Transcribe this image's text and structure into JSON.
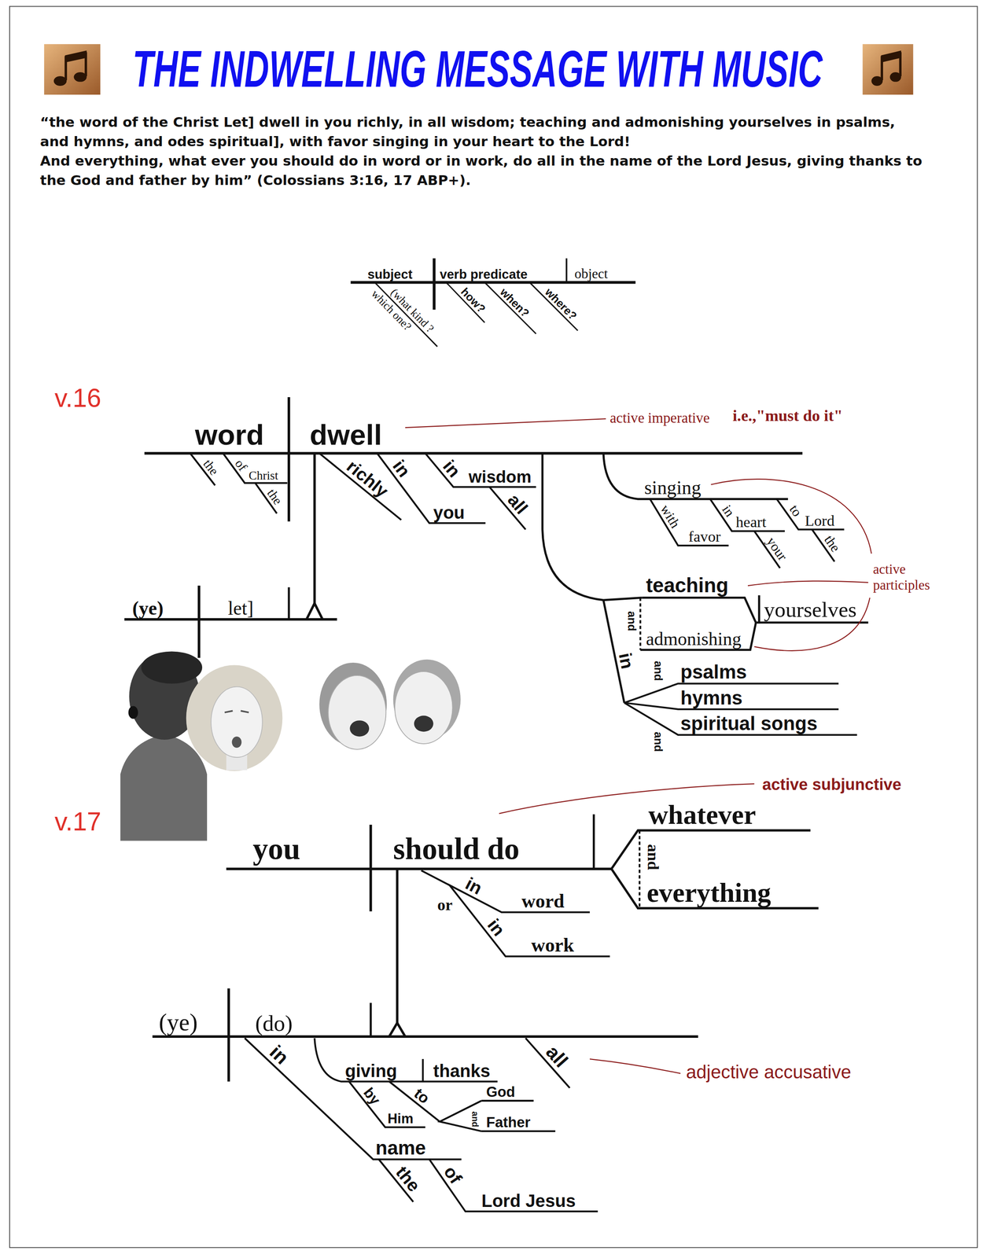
{
  "diagram": {
    "title": "THE INDWELLING MESSAGE WITH MUSIC",
    "labels": [
      "“the word of the Christ Let] dwell in you richly, in all wisdom; teaching and admonishing yourselves in psalms, and hymns, and odes spiritual], with favor singing in your heart to the Lord!",
      "And everything, what ever you should do in word or in work, do all in the name of the Lord Jesus, giving thanks to the God and father by him” (Colossians 3:16, 17 ABP+).",
      "subject",
      "verb predicate",
      "object",
      "(what kind ?",
      "which one?",
      "how?",
      "when?",
      "where?",
      "v.16",
      "word",
      "dwell",
      "active imperative",
      "i.e.,\"must do it\"",
      "the",
      "of",
      "Christ",
      "the",
      "richly",
      "in",
      "you",
      "in",
      "wisdom",
      "all",
      "(ye)",
      "let]",
      "singing",
      "with",
      "favor",
      "in",
      "heart",
      "your",
      "to",
      "Lord",
      "the",
      "active participles",
      "teaching",
      "and",
      "admonishing",
      "yourselves",
      "in",
      "psalms",
      "hymns",
      "spiritual songs",
      "and",
      "and",
      "active subjunctive",
      "v.17",
      "you",
      "should do",
      "whatever",
      "and",
      "everything",
      "in",
      "or",
      "in",
      "word",
      "work",
      "(ye)",
      "(do)",
      "all",
      "adjective accusative",
      "in",
      "giving",
      "thanks",
      "to",
      "God",
      "and",
      "Father",
      "by",
      "Him",
      "name",
      "the",
      "of",
      "Lord Jesus"
    ]
  }
}
